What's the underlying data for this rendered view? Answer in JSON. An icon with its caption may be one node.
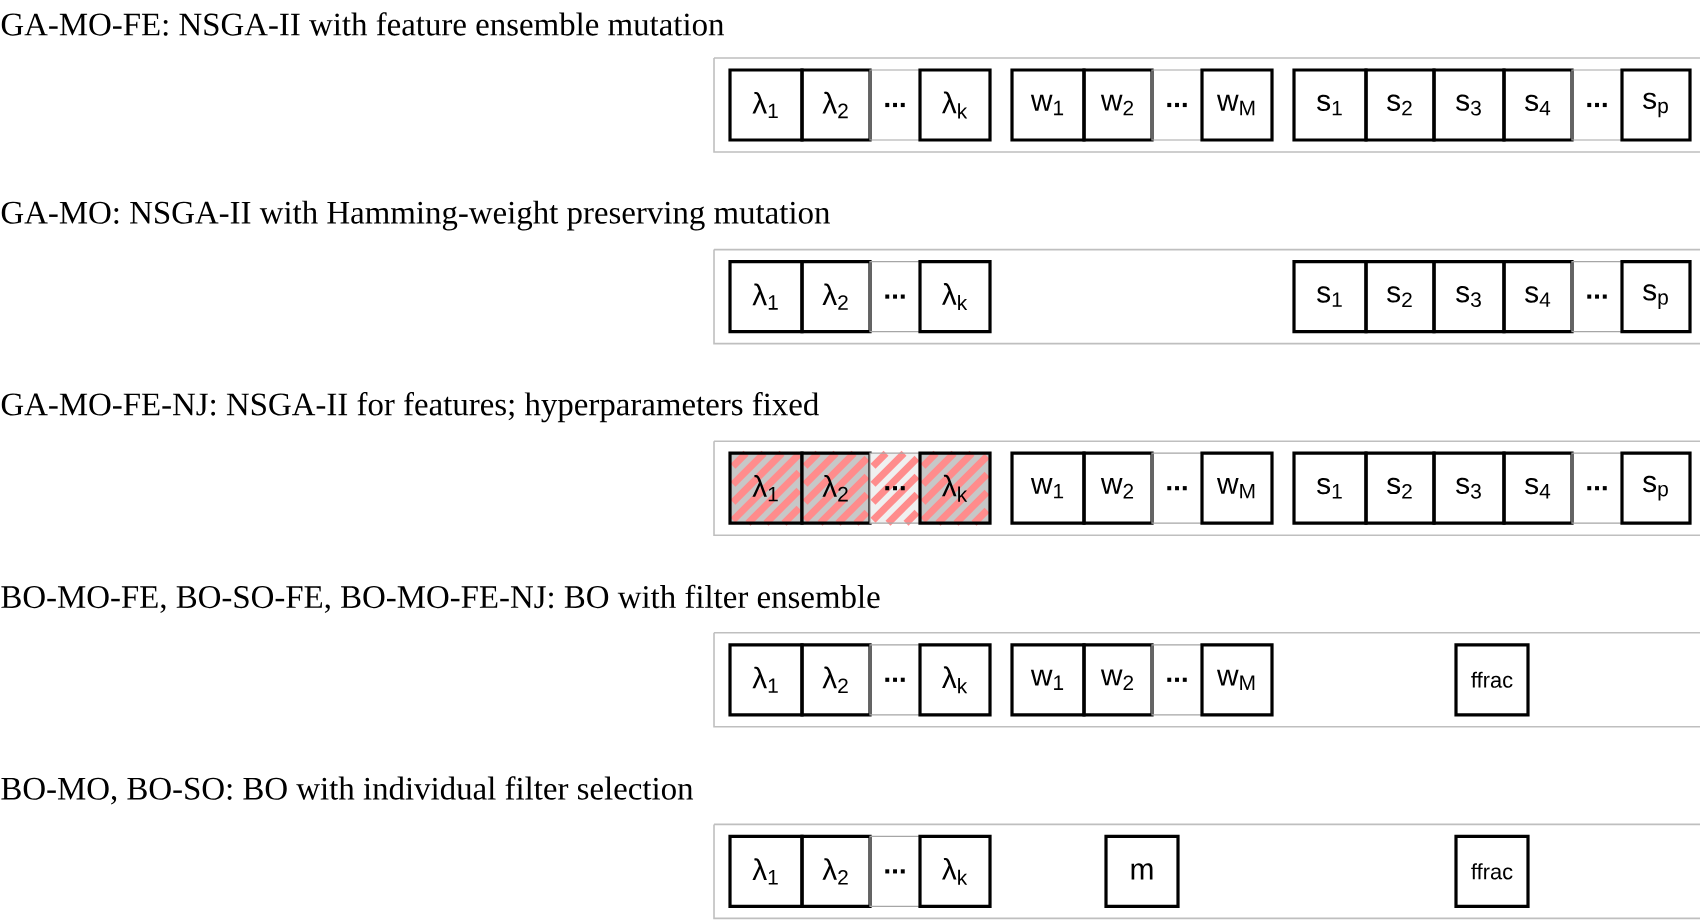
{
  "diagram": {
    "nodes": [
      {
        "text": [
          "GA-MO-FE: NSGA-II with feature ensemble mutation"
        ]
      },
      {
        "text": [
          "λ$_{1}$"
        ],
        "in": 0
      },
      {
        "text": [
          "λ$_{2}$"
        ],
        "in": 0
      },
      {
        "text": [
          "..."
        ],
        "in": 0
      },
      {
        "text": [
          "λ$_{k}$"
        ],
        "in": 0
      },
      {
        "text": [
          "w$_{1}$"
        ],
        "in": 0
      },
      {
        "text": [
          "w$_{2}$"
        ],
        "in": 0
      },
      {
        "text": [
          "..."
        ],
        "in": 0
      },
      {
        "text": [
          "w$_{M}$"
        ],
        "in": 0
      },
      {
        "text": [
          "s$_{1}$"
        ],
        "in": 0
      },
      {
        "text": [
          "s$_{2}$"
        ],
        "in": 0
      },
      {
        "text": [
          "s$_{3}$"
        ],
        "in": 0
      },
      {
        "text": [
          "s$_{4}$"
        ],
        "in": 0
      },
      {
        "text": [
          "..."
        ],
        "in": 0
      },
      {
        "text": [
          "s$_{p}$"
        ],
        "in": 0
      },
      {
        "text": [
          "GA-MO: NSGA-II with Hamming-weight preserving mutation"
        ]
      },
      {
        "text": [
          "λ$_{1}$"
        ],
        "in": 15
      },
      {
        "text": [
          "λ$_{2}$"
        ],
        "in": 15
      },
      {
        "text": [
          "..."
        ],
        "in": 15
      },
      {
        "text": [
          "λ$_{k}$"
        ],
        "in": 15
      },
      {
        "text": [
          "s$_{1}$"
        ],
        "in": 15
      },
      {
        "text": [
          "s$_{2}$"
        ],
        "in": 15
      },
      {
        "text": [
          "s$_{3}$"
        ],
        "in": 15
      },
      {
        "text": [
          "s$_{4}$"
        ],
        "in": 15
      },
      {
        "text": [
          "..."
        ],
        "in": 15
      },
      {
        "text": [
          "s$_{p}$"
        ],
        "in": 15
      },
      {
        "text": [
          "GA-MO-FE-NJ: NSGA-II for features; hyperparameters fixed"
        ]
      },
      {
        "text": [
          "λ$_{1}$"
        ],
        "in": 26
      },
      {
        "text": [
          "λ$_{2}$"
        ],
        "in": 26
      },
      {
        "text": [
          "..."
        ],
        "in": 26
      },
      {
        "text": [
          "λ$_{k}$"
        ],
        "in": 26
      },
      {
        "text": [
          "w$_{1}$"
        ],
        "in": 26
      },
      {
        "text": [
          "w$_{2}$"
        ],
        "in": 26
      },
      {
        "text": [
          "..."
        ],
        "in": 26
      },
      {
        "text": [
          "w$_{M}$"
        ],
        "in": 26
      },
      {
        "text": [
          "s$_{1}$"
        ],
        "in": 26
      },
      {
        "text": [
          "s$_{2}$"
        ],
        "in": 26
      },
      {
        "text": [
          "s$_{3}$"
        ],
        "in": 26
      },
      {
        "text": [
          "s$_{4}$"
        ],
        "in": 26
      },
      {
        "text": [
          "..."
        ],
        "in": 26
      },
      {
        "text": [
          "s$_{p}$"
        ],
        "in": 26
      },
      {
        "text": [
          "BO-MO-FE, BO-SO-FE, BO-MO-FE-NJ: BO with filter ensemble"
        ]
      },
      {
        "text": [
          "λ$_{1}$"
        ],
        "in": 41
      },
      {
        "text": [
          "λ$_{2}$"
        ],
        "in": 41
      },
      {
        "text": [
          "..."
        ],
        "in": 41
      },
      {
        "text": [
          "λ$_{k}$"
        ],
        "in": 41
      },
      {
        "text": [
          "w$_{1}$"
        ],
        "in": 41
      },
      {
        "text": [
          "w$_{2}$"
        ],
        "in": 41
      },
      {
        "text": [
          "..."
        ],
        "in": 41
      },
      {
        "text": [
          "w$_{M}$"
        ],
        "in": 41
      },
      {
        "text": [
          "ffrac"
        ],
        "in": 41
      },
      {
        "text": [
          "BO-MO, BO-SO: BO with individual filter selection"
        ]
      },
      {
        "text": [
          "λ$_{1}$"
        ],
        "in": 51
      },
      {
        "text": [
          "λ$_{2}$"
        ],
        "in": 51
      },
      {
        "text": [
          "..."
        ],
        "in": 51
      },
      {
        "text": [
          "λ$_{k}$"
        ],
        "in": 51
      },
      {
        "text": [
          "m"
        ],
        "in": 51
      },
      {
        "text": [
          "ffrac"
        ],
        "in": 51
      }
    ]
  }
}
